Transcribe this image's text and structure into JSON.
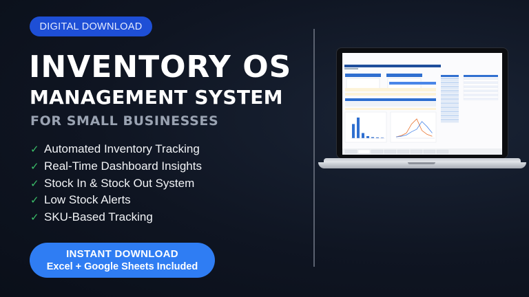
{
  "badge": "DIGITAL DOWNLOAD",
  "title": {
    "line1": "INVENTORY OS",
    "line2": "MANAGEMENT SYSTEM",
    "subtitle": "FOR SMALL BUSINESSES"
  },
  "features": [
    "Automated Inventory Tracking",
    "Real-Time Dashboard Insights",
    "Stock In & Stock Out System",
    "Low Stock Alerts",
    "SKU-Based Tracking"
  ],
  "cta": {
    "line1": "INSTANT DOWNLOAD",
    "line2": "Excel + Google Sheets Included"
  },
  "colors": {
    "badge": "#1e4fd6",
    "cta": "#2f7df3",
    "check": "#3bbf6a",
    "subtitle": "#9aa3b2",
    "spreadsheet_accent": "#2f6fd0"
  },
  "icons": {
    "feature_bullet": "check-icon"
  },
  "laptop_preview": {
    "charts": [
      {
        "type": "bar",
        "values": [
          55,
          80,
          20,
          8,
          4,
          3,
          2
        ]
      },
      {
        "type": "line",
        "series": [
          [
            2,
            4,
            8,
            22,
            30,
            12,
            6,
            3
          ],
          [
            2,
            3,
            5,
            10,
            14,
            26,
            18,
            8
          ]
        ]
      }
    ]
  }
}
